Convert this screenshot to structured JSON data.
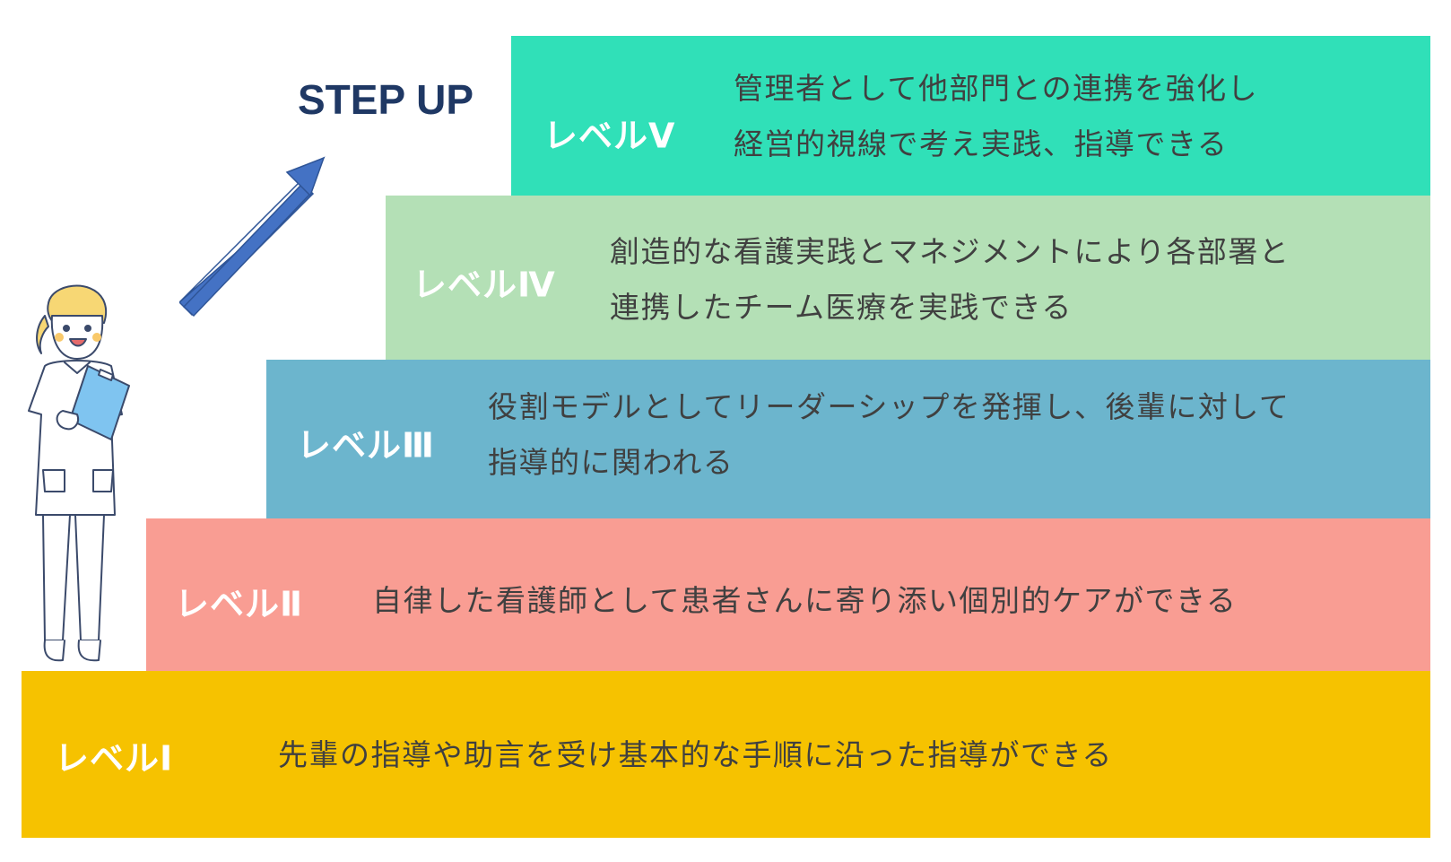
{
  "title": "STEP UP",
  "colors": {
    "level1": "#f6c200",
    "level2": "#f99d93",
    "level3": "#6cb5cd",
    "level4": "#b4e0b6",
    "level5": "#30e0b8",
    "arrow": "#4472c4",
    "title": "#1f3864"
  },
  "levels": [
    {
      "label": "レベルⅠ",
      "lines": [
        "先輩の指導や助言を受け基本的な手順に沿った指導ができる"
      ]
    },
    {
      "label": "レベルⅡ",
      "lines": [
        "自律した看護師として患者さんに寄り添い個別的ケアができる"
      ]
    },
    {
      "label": "レベルⅢ",
      "lines": [
        "役割モデルとしてリーダーシップを発揮し、後輩に対して",
        "指導的に関われる"
      ]
    },
    {
      "label": "レベルⅣ",
      "lines": [
        "創造的な看護実践とマネジメントにより各部署と",
        "連携したチーム医療を実践できる"
      ]
    },
    {
      "label": "レベルⅤ",
      "lines": [
        "管理者として他部門との連携を強化し",
        "経営的視線で考え実践、指導できる"
      ]
    }
  ],
  "icons": {
    "arrow": "arrow-up-right-icon",
    "figure": "nurse-with-clipboard-illustration"
  }
}
